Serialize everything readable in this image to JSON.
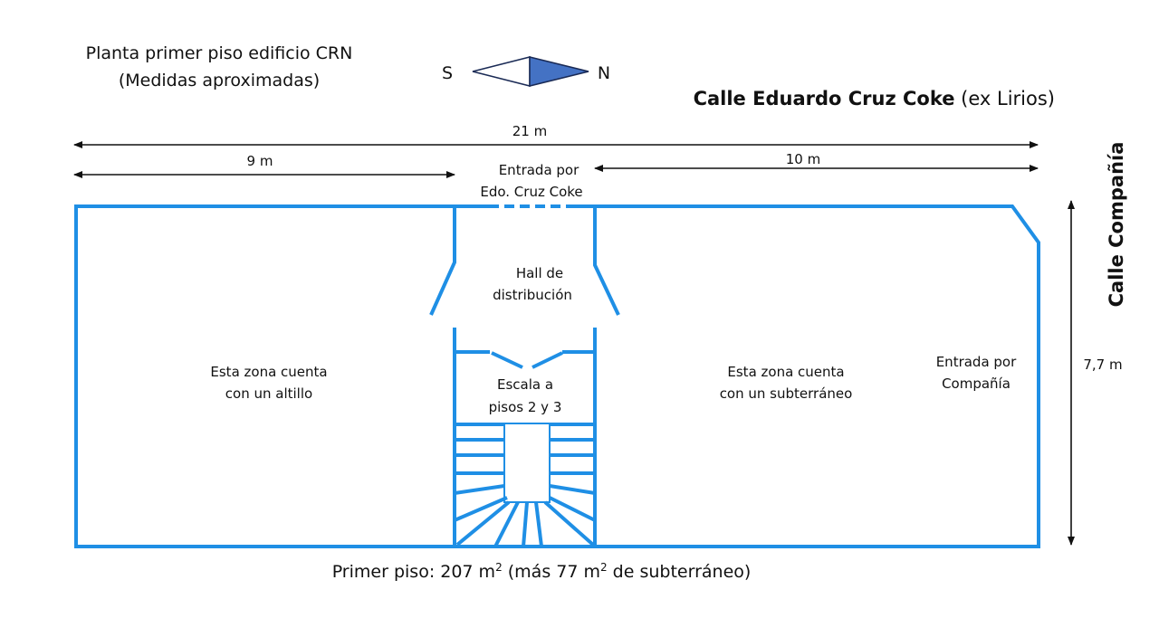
{
  "title": {
    "line1": "Planta primer piso edificio CRN",
    "line2": "(Medidas aproximadas)"
  },
  "compass": {
    "south_label": "S",
    "north_label": "N",
    "fill_color": "#4472c4"
  },
  "streets": {
    "top_bold": "Calle Eduardo Cruz Coke",
    "top_normal": " (ex Lirios)",
    "right": "Calle Compañía"
  },
  "dimensions": {
    "total_width": "21 m",
    "left_width": "9 m",
    "right_width": "10 m",
    "depth": "7,7 m"
  },
  "entrances": {
    "top_line1": "Entrada por",
    "top_line2": "Edo. Cruz Coke",
    "right_line1": "Entrada por",
    "right_line2": "Compañía"
  },
  "rooms": {
    "hall_line1": "Hall de",
    "hall_line2": "distribución",
    "stairs_line1": "Escala a",
    "stairs_line2": "pisos 2 y 3",
    "left_zone_line1": "Esta zona cuenta",
    "left_zone_line2": "con un altillo",
    "right_zone_line1": "Esta zona cuenta",
    "right_zone_line2": "con un subterráneo"
  },
  "area_summary": {
    "prefix": "Primer piso: 207 m",
    "sup1": "2",
    "middle": " (más 77 m",
    "sup2": "2",
    "suffix": " de subterráneo)"
  },
  "colors": {
    "wall": "#1f8fe5",
    "text": "#111111"
  }
}
